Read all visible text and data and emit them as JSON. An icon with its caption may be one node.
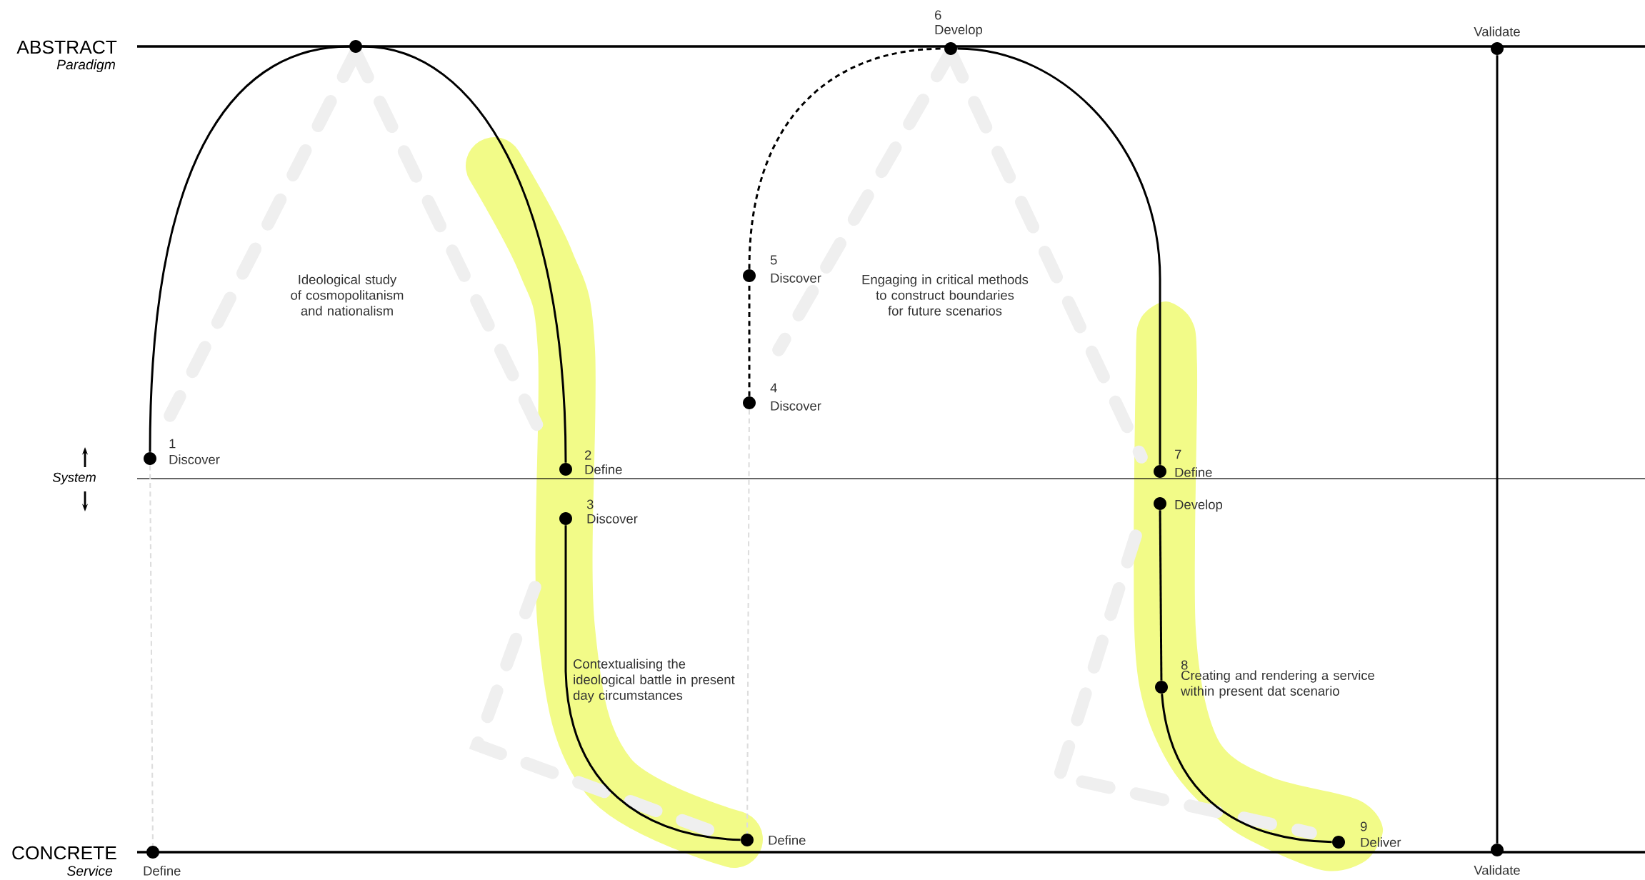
{
  "diagram": {
    "nodes": [
      {
        "text": [],
        "shape": "circle"
      },
      {
        "text": [],
        "shape": "circle",
        "beside": [
          "1",
          "Discover"
        ]
      },
      {
        "text": [],
        "shape": "circle",
        "beside": [
          "Define"
        ]
      },
      {
        "text": [],
        "shape": "circle",
        "beside": [
          "2",
          "Define"
        ]
      },
      {
        "text": [],
        "shape": "circle",
        "beside": [
          "3",
          "Discover"
        ]
      },
      {
        "text": [],
        "shape": "circle",
        "beside": [
          "5",
          "Discover"
        ]
      },
      {
        "text": [],
        "shape": "circle",
        "beside": [
          "4",
          "Discover"
        ]
      },
      {
        "text": [],
        "shape": "circle",
        "beside": [
          "Define"
        ]
      },
      {
        "text": [],
        "shape": "circle",
        "beside": [
          "6",
          "Develop"
        ]
      },
      {
        "text": [],
        "shape": "circle",
        "beside": [
          "7",
          "Define"
        ]
      },
      {
        "text": [],
        "shape": "circle",
        "beside": [
          "Develop"
        ]
      },
      {
        "text": [],
        "shape": "circle",
        "beside": [
          "8",
          "Creating and rendering a service within present dat scenario"
        ]
      },
      {
        "text": [],
        "shape": "circle",
        "beside": [
          "9",
          "Deliver"
        ]
      },
      {
        "text": [],
        "shape": "circle",
        "beside": [
          "Validate"
        ]
      },
      {
        "text": [],
        "shape": "circle",
        "beside": [
          "Validate"
        ]
      }
    ],
    "edges": [
      {
        "from": 1,
        "to": 0,
        "arrow": "none"
      },
      {
        "from": 0,
        "to": 3,
        "arrow": "none"
      },
      {
        "from": 4,
        "to": 7,
        "arrow": "none"
      },
      {
        "from": 6,
        "to": 5,
        "arrow": "none",
        "style": "dashed"
      },
      {
        "from": 5,
        "to": 8,
        "arrow": "none",
        "style": "dashed"
      },
      {
        "from": 8,
        "to": 9,
        "arrow": "none"
      },
      {
        "from": 10,
        "to": 11,
        "arrow": "none"
      },
      {
        "from": 11,
        "to": 12,
        "arrow": "none"
      },
      {
        "from": 13,
        "to": 14,
        "arrow": "none"
      },
      {
        "from": 1,
        "to": 2,
        "arrow": "none",
        "style": "dashed",
        "color": "#dddddd"
      },
      {
        "from": 6,
        "to": 7,
        "arrow": "none",
        "style": "dashed",
        "color": "#dddddd"
      }
    ],
    "labels": [
      "ABSTRACT",
      "Paradigm",
      "Ideological study of cosmopolitanism and nationalism",
      "Engaging in critical methods to construct boundaries for future scenarios",
      "System",
      "Contextualising the ideological battle in present day circumstances",
      "CONCRETE",
      "Service"
    ]
  }
}
